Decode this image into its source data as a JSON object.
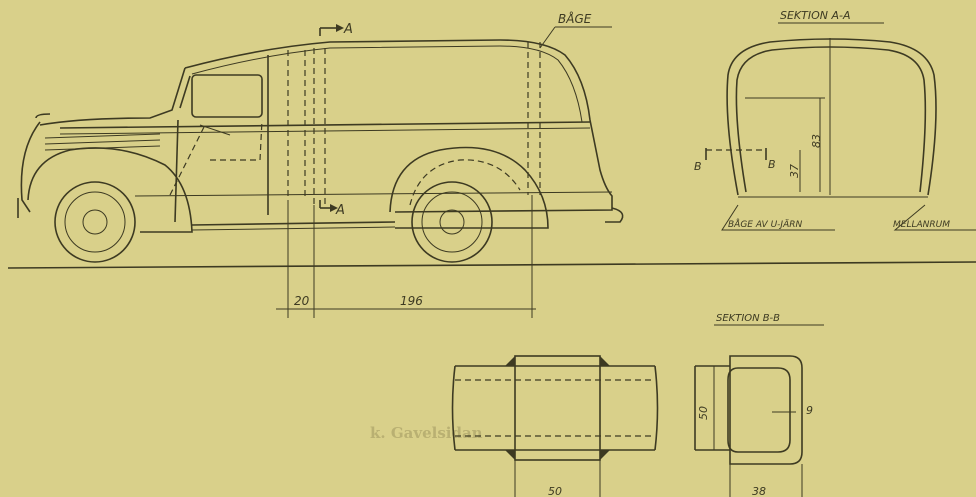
{
  "labels": {
    "section_a_marker_top": "A",
    "section_a_marker_bottom": "A",
    "bage": "BÅGE",
    "section_aa": "SEKTION A-A",
    "b_left": "B",
    "b_right": "B",
    "dim_83": "83",
    "dim_37": "37",
    "bage_u_jarn": "BÅGE AV U-JÄRN",
    "mellanrum": "MELLANRUM",
    "dim_20": "20",
    "dim_196": "196",
    "section_bb": "SEKTION B-B",
    "dim_50_vertical": "50",
    "dim_9": "9",
    "dim_50_bottom": "50",
    "dim_38": "38"
  },
  "background_text": {
    "heading": "k. Gavelsidan"
  },
  "colors": {
    "paper": "#d9d08a",
    "ink": "#3d3a22",
    "ghost_text": "#b9b072"
  }
}
